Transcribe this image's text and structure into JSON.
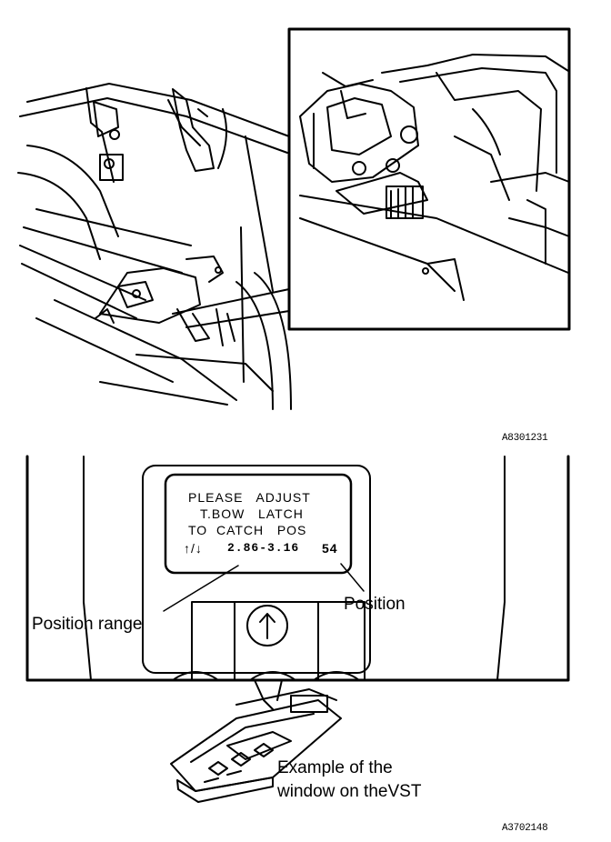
{
  "figure_top": {
    "code": "A8301231"
  },
  "figure_bottom": {
    "code": "A3702148",
    "display_lines": [
      "PLEASE   ADJUST",
      "T.BOW   LATCH",
      "TO  CATCH   POS"
    ],
    "readout": {
      "arrows": "↑/↓",
      "range": "2.86-3.16",
      "position": "54"
    },
    "labels": {
      "position_range": "Position range",
      "position": "Position",
      "example_line1": "Example of the",
      "example_line2": "window on theVST"
    }
  }
}
